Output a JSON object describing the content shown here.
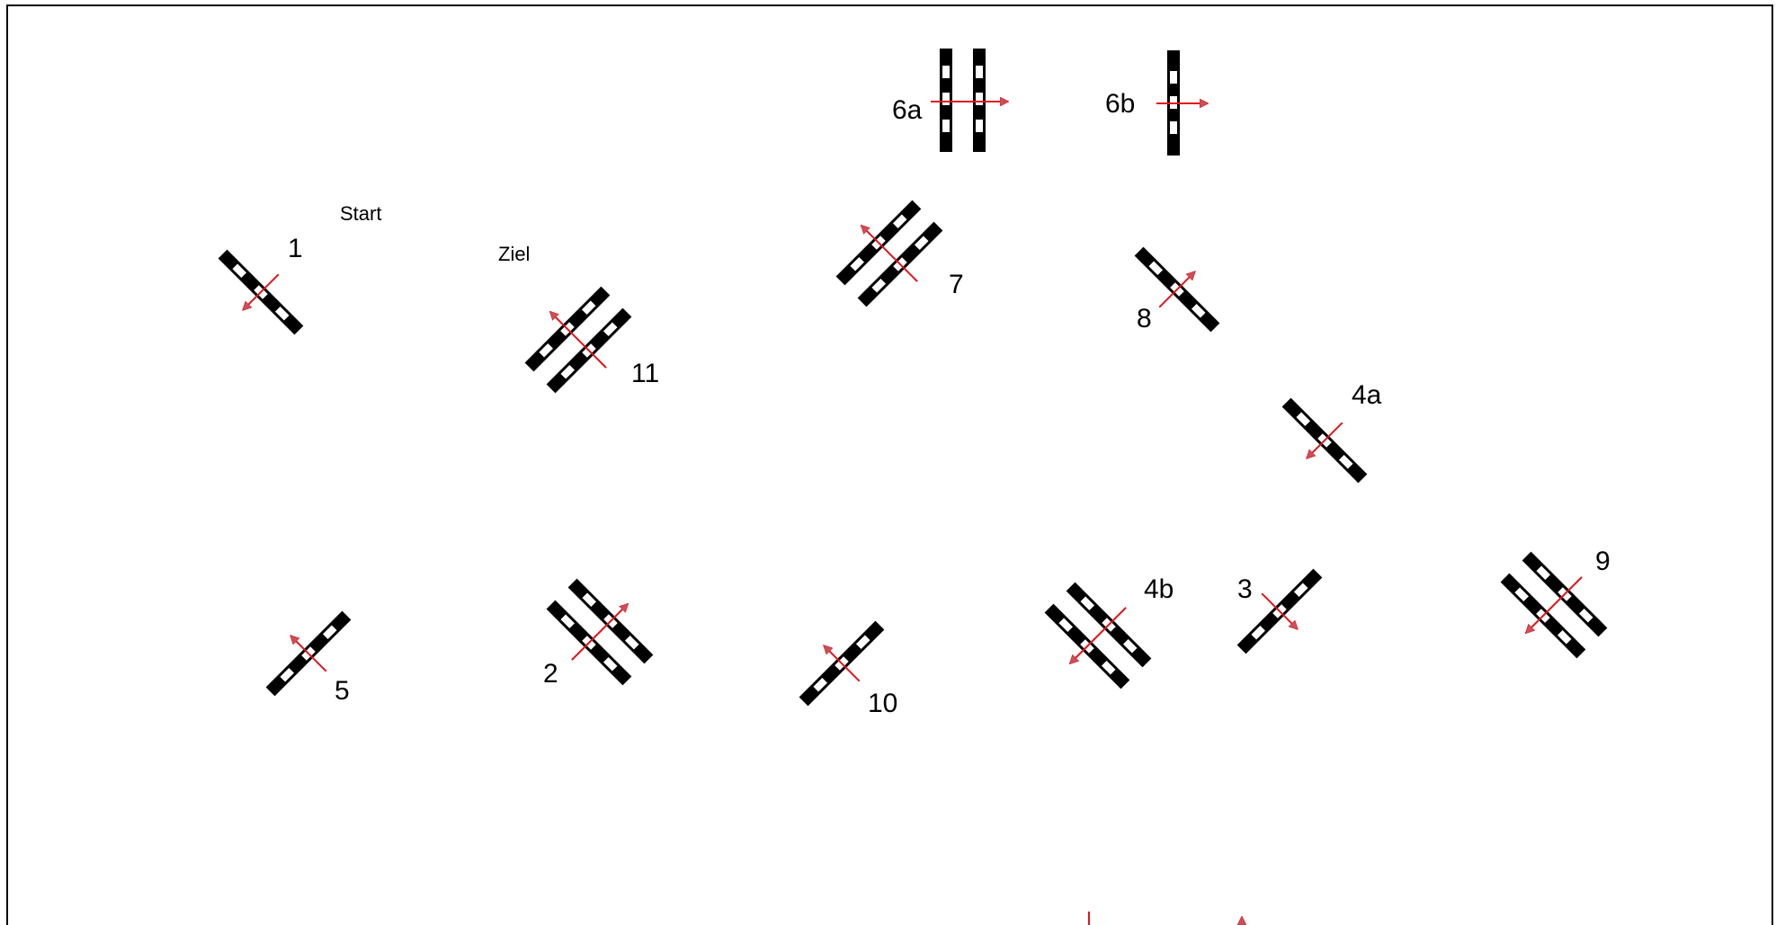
{
  "labels": {
    "start": "Start",
    "ziel": "Ziel",
    "o1": "1",
    "o2": "2",
    "o3": "3",
    "o4a": "4a",
    "o4b": "4b",
    "o5": "5",
    "o6a": "6a",
    "o6b": "6b",
    "o7": "7",
    "o8": "8",
    "o9": "9",
    "o10": "10",
    "o11": "11"
  },
  "colors": {
    "obstacle": "#000000",
    "stripe": "#ffffff",
    "arrow": "#e0151b",
    "arrowhead": "#c8505a",
    "border": "#000000"
  }
}
